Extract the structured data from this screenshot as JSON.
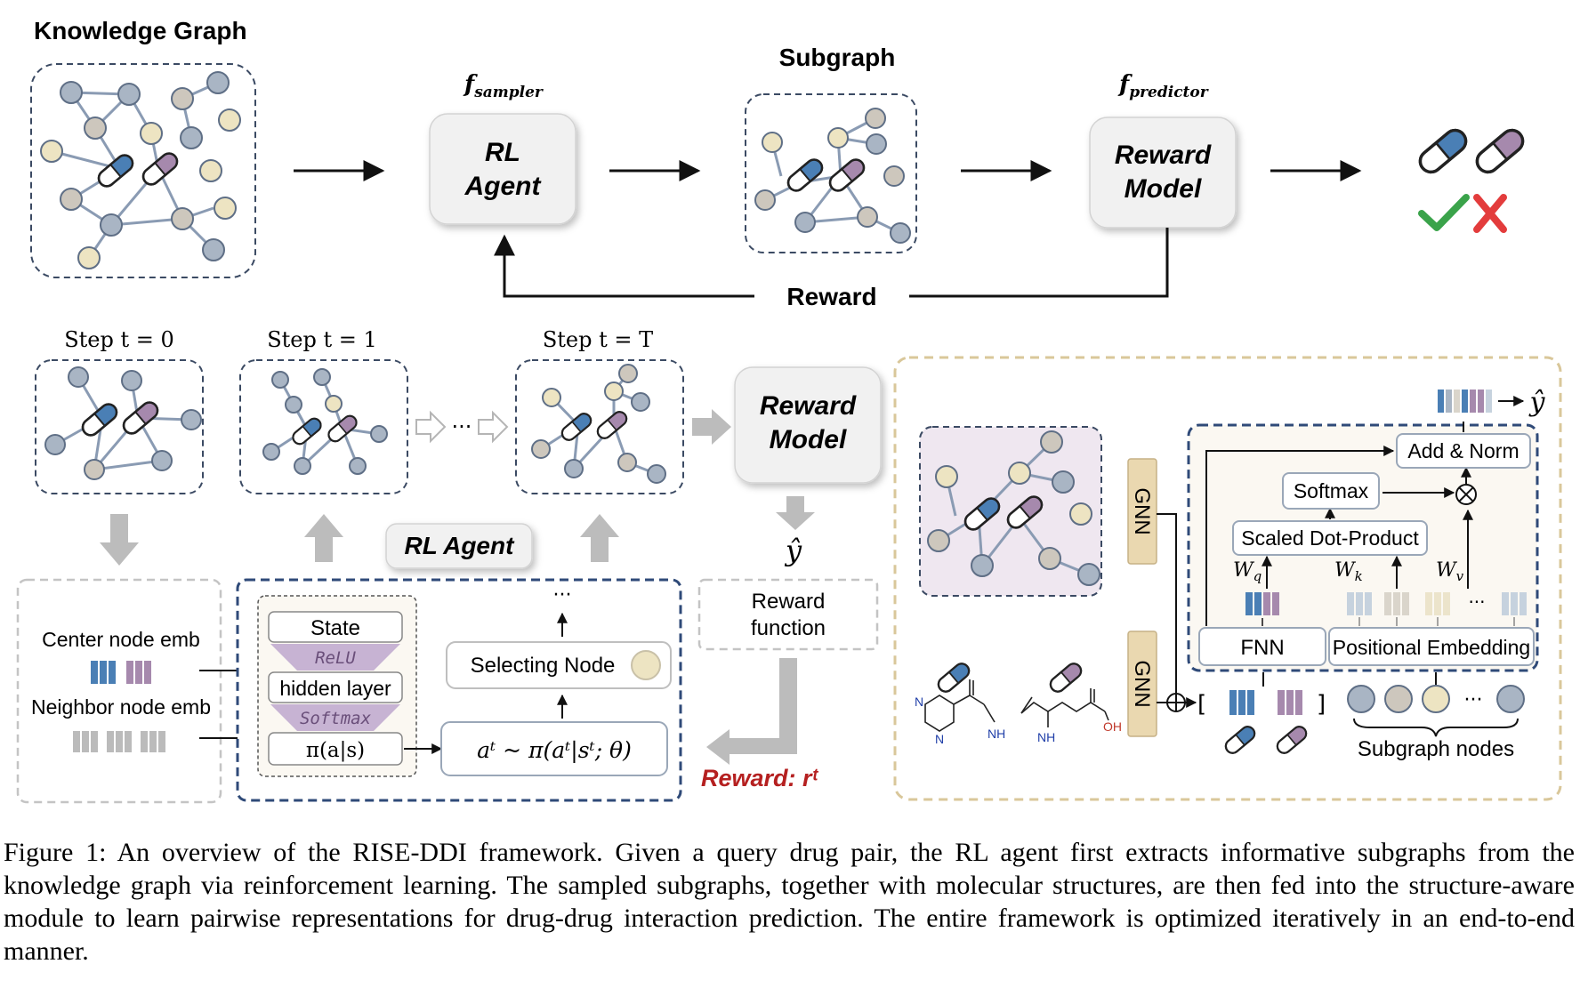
{
  "top": {
    "kg_title": "Knowledge Graph",
    "subgraph_title": "Subgraph",
    "sampler_label": "f",
    "sampler_sub": "sampler",
    "predictor_label": "f",
    "predictor_sub": "predictor",
    "rl_agent_line1": "RL",
    "rl_agent_line2": "Agent",
    "reward_model_line1": "Reward",
    "reward_model_line2": "Model",
    "reward_feedback": "Reward"
  },
  "steps": {
    "step0": "Step t = 0",
    "step1": "Step t = 1",
    "stepT": "Step t = T",
    "ellipsis": "···"
  },
  "agent": {
    "title": "RL Agent",
    "center_emb": "Center node emb",
    "neighbor_emb": "Neighbor node emb",
    "state": "State",
    "relu": "ReLU",
    "hidden": "hidden layer",
    "softmax": "Softmax",
    "policy": "π(a|s)",
    "action": "aᵗ ~ π(aᵗ|sᵗ; θ)",
    "selecting": "Selecting Node",
    "dots": "···",
    "reward_model_line1": "Reward",
    "reward_model_line2": "Model",
    "yhat": "ŷ",
    "reward_fn_line1": "Reward",
    "reward_fn_line2": "function",
    "reward_rt": "Reward: rᵗ"
  },
  "structure": {
    "gnn_top": "GNN",
    "gnn_bottom": "GNN",
    "fnn": "FNN",
    "pos_emb": "Positional Embedding",
    "scaled_dot": "Scaled Dot-Product",
    "softmax": "Softmax",
    "add_norm": "Add & Norm",
    "wq": "W",
    "wq_sub": "q",
    "wk": "W",
    "wk_sub": "k",
    "wv": "W",
    "wv_sub": "v",
    "yhat": "ŷ",
    "subgraph_nodes": "Subgraph nodes",
    "nh2_a": "NH",
    "nh2_b": "NH",
    "oh": "OH",
    "n": "N"
  },
  "caption": "Figure 1: An overview of the RISE-DDI framework. Given a query drug pair, the RL agent first extracts informative subgraphs from the knowledge graph via reinforcement learning. The sampled subgraphs, together with molecular structures, are then fed into the structure-aware module to learn pairwise representations for drug-drug interaction prediction. The entire framework is optimized iteratively in an end-to-end manner.",
  "colors": {
    "node_blue": "#a9b5c4",
    "node_gray": "#cdc7bd",
    "node_yellow": "#ede4c2",
    "edge": "#8a9bb3",
    "pill_blue": "#4a7fb5",
    "pill_purple": "#a689ad",
    "dash_navy": "#2f4a78",
    "dash_tan": "#d9c79a",
    "check": "#3aa34a",
    "cross": "#e33c3c",
    "reward_red": "#b52020"
  }
}
